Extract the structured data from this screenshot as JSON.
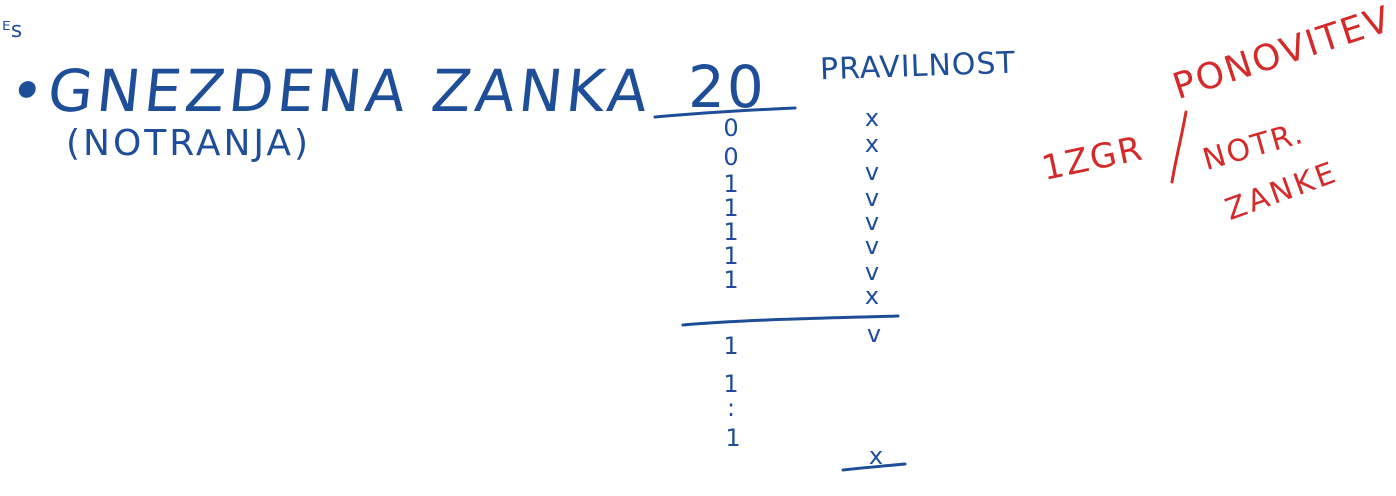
{
  "notes": {
    "corner_mark": "ᴱs",
    "title": "•GNEZDENA ZANKA",
    "subtitle": "(NOTRANJA)",
    "counter_header": "20",
    "rule_header": "PRAVILNOST",
    "counter_column": [
      "0",
      "0",
      "1",
      "1",
      "1",
      "1",
      "1",
      "1",
      "1",
      ":",
      "1"
    ],
    "rule_column": [
      "x",
      "x",
      "v",
      "v",
      "v",
      "v",
      "v",
      "x",
      "v",
      "x"
    ],
    "side_note": {
      "left": "1ZGR",
      "line1": "PONOVITEV",
      "line2": "NOTR.",
      "line3": "ZANKE"
    }
  },
  "colors": {
    "ink_blue": "#1f4e99",
    "ink_red": "#d42a2a",
    "background": "#ffffff"
  }
}
